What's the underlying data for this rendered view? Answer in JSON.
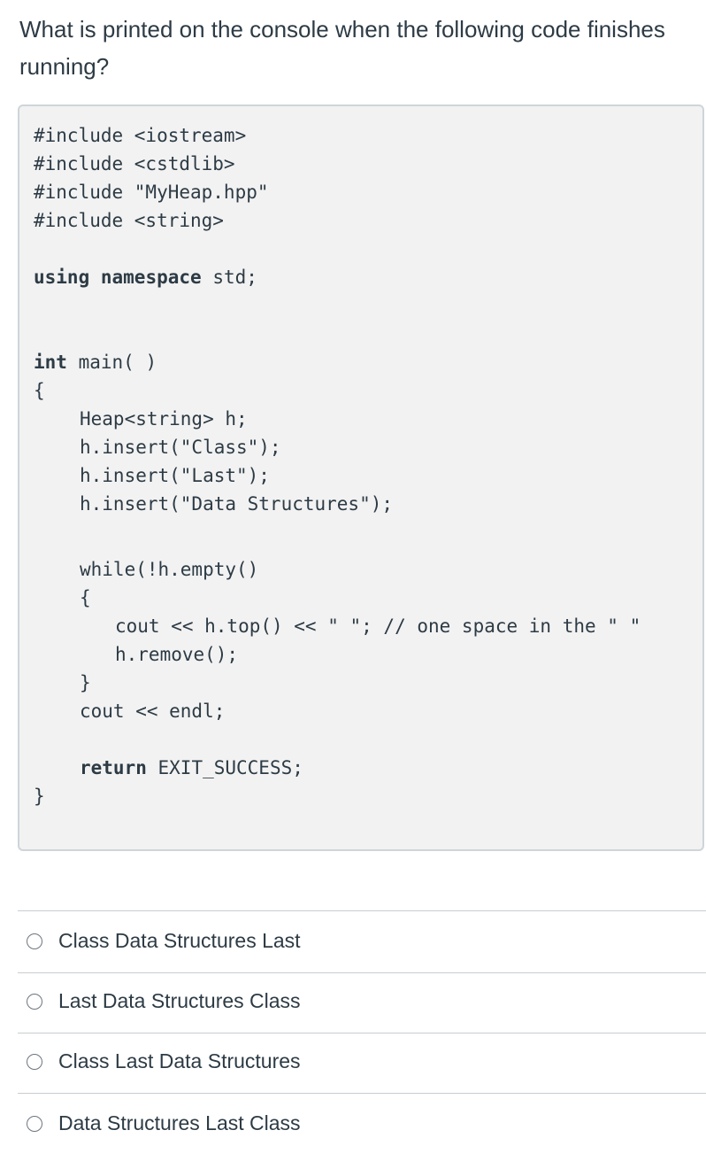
{
  "question": {
    "text": "What is printed on the console when the following code finishes running?"
  },
  "code": {
    "lines": [
      "#include <iostream>",
      "#include <cstdlib>",
      "#include \"MyHeap.hpp\"",
      "#include <string>",
      "using",
      "namespace",
      "std;",
      "int",
      "main( )",
      "{",
      "Heap<string> h;",
      "h.insert(\"Class\");",
      "h.insert(\"Last\");",
      "h.insert(\"Data Structures\");",
      "while(!h.empty()",
      "{",
      "cout << h.top() << \" \"; // one space in the \" \"",
      "h.remove();",
      "}",
      "cout << endl;",
      "return",
      "EXIT_SUCCESS;",
      "}"
    ]
  },
  "choices": [
    {
      "label": "Class Data Structures Last",
      "selected": false
    },
    {
      "label": "Last Data Structures Class",
      "selected": false
    },
    {
      "label": "Class Last Data Structures",
      "selected": false
    },
    {
      "label": "Data Structures Last Class",
      "selected": false
    }
  ]
}
